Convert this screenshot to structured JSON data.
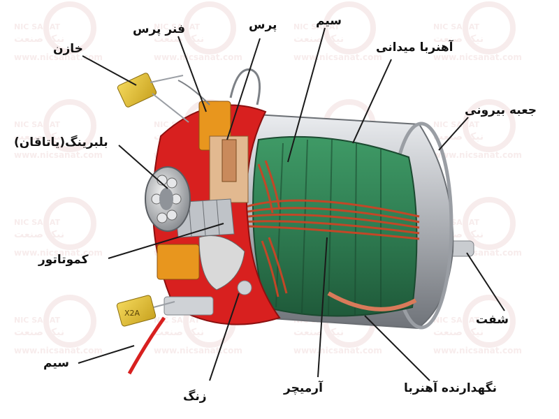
{
  "diagram": {
    "labels": {
      "capacitor": "خازن",
      "brush_spring": "فنر پرس",
      "brush": "پرس",
      "wire_top": "سیم",
      "field_magnet": "آهنربا میدانی",
      "outer_case": "جعبه بیرونی",
      "bearing": "بلبرینگ(یاتاقان)",
      "commutator": "کموتاتور",
      "shaft": "شفت",
      "wire_bottom": "سیم",
      "ring": "زنگ",
      "armature": "آرمیچر",
      "magnet_holder": "نگهدارنده آهنربا"
    },
    "watermark": {
      "url": "www.nicsanat.com",
      "brand_en": "NIC SANAT",
      "brand_fa": "نیک صنعت"
    },
    "capacitor_marking": "X2A",
    "colors": {
      "case": "#b9bcc1",
      "armature": "#2f7d52",
      "winding": "#b53a1e",
      "frame_red": "#d8201f",
      "capacitor": "#e3c035",
      "terminal_orange": "#e8961e",
      "watermark": "#f2dede"
    }
  }
}
